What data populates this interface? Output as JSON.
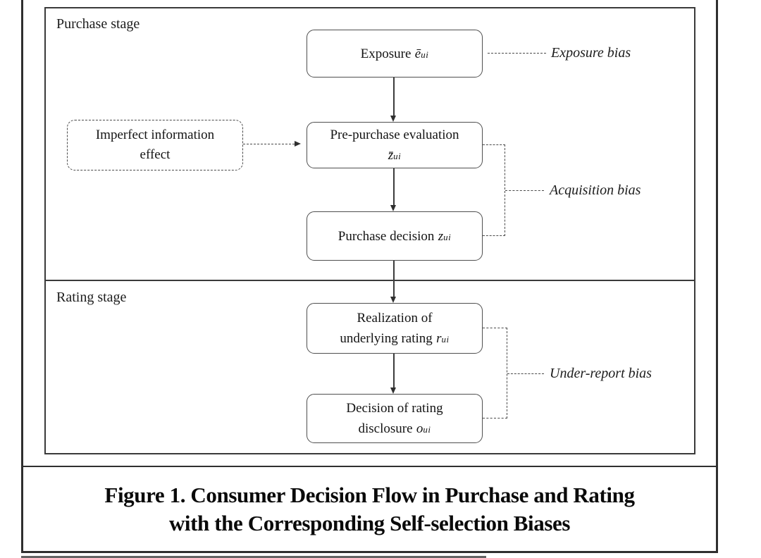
{
  "figure": {
    "purchase_stage_label": "Purchase stage",
    "rating_stage_label": "Rating stage",
    "nodes": {
      "exposure": {
        "text": "Exposure",
        "variable": "ē",
        "subscript": "ui"
      },
      "imperfect_information": {
        "line1": "Imperfect information",
        "line2": "effect"
      },
      "pre_purchase": {
        "line1": "Pre-purchase evaluation",
        "variable": "z̄",
        "subscript": "ui"
      },
      "purchase_decision": {
        "text": "Purchase decision",
        "variable": "z",
        "subscript": "ui"
      },
      "realization": {
        "line1": "Realization of",
        "line2": "underlying rating",
        "variable": "r",
        "subscript": "ui"
      },
      "disclosure": {
        "line1": "Decision of rating",
        "line2": "disclosure",
        "variable": "o",
        "subscript": "ui"
      }
    },
    "bias_labels": {
      "exposure": "Exposure bias",
      "acquisition": "Acquisition bias",
      "under_report": "Under-report bias"
    }
  },
  "caption": {
    "line1": "Figure 1. Consumer Decision Flow in Purchase and Rating",
    "line2": "with the Corresponding Self-selection Biases"
  },
  "colors": {
    "frame_line": "#2f2f2f",
    "panel_border": "#3a3a3a",
    "box_border": "#4f4f4f",
    "text": "#141414"
  }
}
